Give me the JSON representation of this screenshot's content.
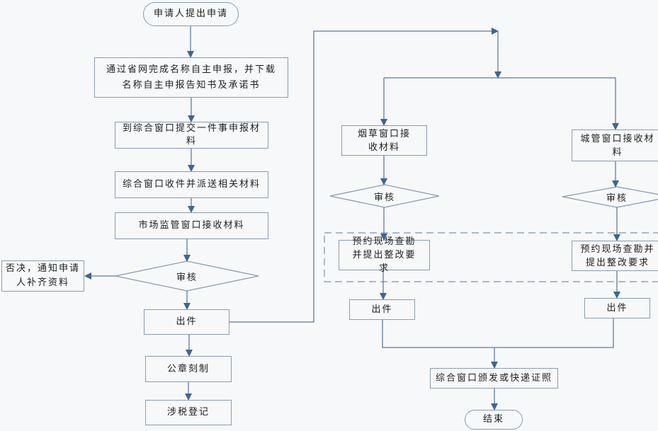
{
  "colors": {
    "background": "#f7f8f9",
    "box_border": "#8a9cb0",
    "connector": "#5b7ca3",
    "arrowhead": "#3d6594",
    "dashed_group": "#7e93aa"
  },
  "flow_main": {
    "start": "申请人提出申请",
    "name_declaration": "通过省网完成名称自主申报，并下载名称自主申报告知书及承诺书",
    "submit_materials": "到综合窗口提交一件事申报材料",
    "dispatch_materials": "综合窗口收件并派送相关材料",
    "market_receive": "市场监管窗口接收材料",
    "review": "审核",
    "reject": "否决，通知申请人补齐资料",
    "issue": "出件",
    "seal_engraving": "公章刻制",
    "tax_registration": "涉税登记"
  },
  "branch_tobacco": {
    "receive": "烟草窗口接收材料",
    "review": "审核",
    "survey": "预约现场查勘并提出整改要求",
    "issue": "出件"
  },
  "branch_urban": {
    "receive": "城管窗口接收材料",
    "review": "审核",
    "survey": "预约现场查勘并提出整改要求",
    "issue": "出件"
  },
  "final": {
    "certificate": "综合窗口颁发或快递证照",
    "end": "结束"
  }
}
